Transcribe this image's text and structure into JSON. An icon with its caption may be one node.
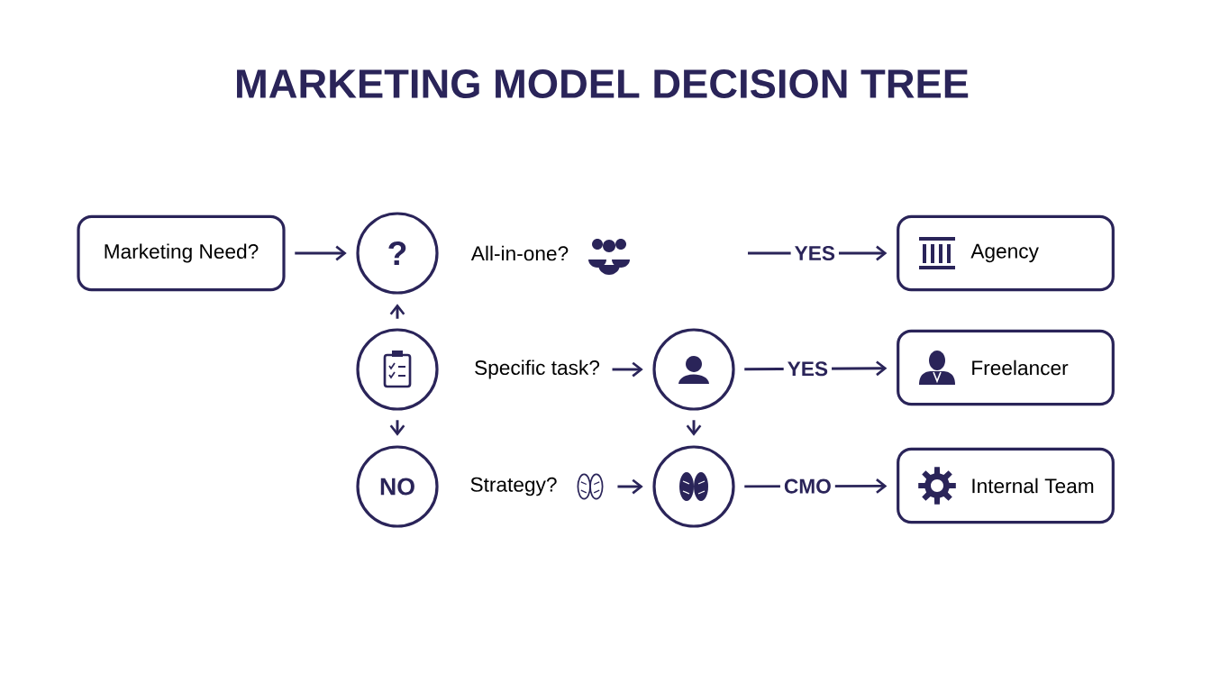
{
  "diagram": {
    "title": "MARKETING MODEL DECISION TREE",
    "nodes": [
      {
        "text": [
          "Marketing Need?"
        ]
      },
      {
        "text": [
          "?"
        ]
      },
      {
        "text": [
          "All-in-one?"
        ]
      },
      {
        "text": [
          "Agency"
        ]
      },
      {
        "text": [],
        "shape": "circle"
      },
      {
        "text": [
          "Specific task?"
        ]
      },
      {
        "text": [],
        "shape": "circle"
      },
      {
        "text": [
          "Freelancer"
        ]
      },
      {
        "text": [
          "NO"
        ]
      },
      {
        "text": [
          "Strategy?"
        ]
      },
      {
        "text": [],
        "shape": "circle"
      },
      {
        "text": [
          "Internal Team"
        ]
      }
    ],
    "edges": [
      {
        "from": 0,
        "to": 1,
        "arrow": "to"
      },
      {
        "from": null,
        "to": 3,
        "arrow": "to",
        "label": "YES"
      },
      {
        "from": 4,
        "to": 1,
        "arrow": "to"
      },
      {
        "from": 4,
        "to": 8,
        "arrow": "to"
      },
      {
        "from": 5,
        "to": 6,
        "arrow": "to"
      },
      {
        "from": 6,
        "to": 7,
        "arrow": "to",
        "label": "YES"
      },
      {
        "from": 6,
        "to": 10,
        "arrow": "to"
      },
      {
        "from": 9,
        "to": 10,
        "arrow": "to"
      },
      {
        "from": 10,
        "to": 11,
        "arrow": "to",
        "label": "CMO"
      }
    ]
  }
}
